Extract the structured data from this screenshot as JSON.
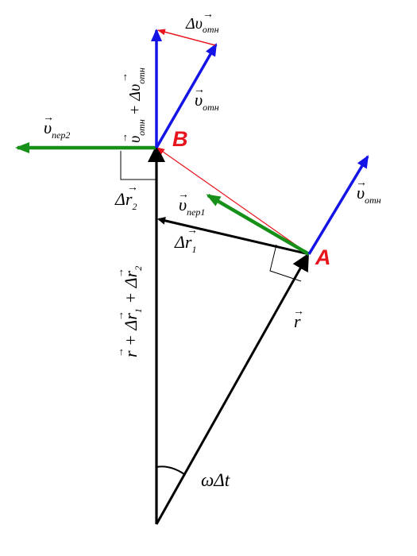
{
  "points": {
    "A": {
      "label": "A"
    },
    "B": {
      "label": "B"
    }
  },
  "labels": {
    "v_rel_B": "υ",
    "v_rel_B_sub": "отн",
    "v_rel_A": "υ",
    "v_rel_A_sub": "отн",
    "delta_v_rel": "Δυ",
    "delta_v_rel_sub": "отн",
    "v_rel_sum_1": "υ",
    "v_rel_sum_1_sub": "отн",
    "v_rel_sum_plus": " + Δυ",
    "v_rel_sum_2_sub": "отн",
    "v_tr2": "υ",
    "v_tr2_sub": "пер2",
    "v_tr1": "υ",
    "v_tr1_sub": "пер1",
    "dr1": "Δr",
    "dr1_sub": "1",
    "dr2": "Δr",
    "dr2_sub": "2",
    "r": "r",
    "r_sum": "r + Δr",
    "r_sum_sub1": "1",
    "r_sum_plus": " + Δr",
    "r_sum_sub2": "2",
    "omega_dt": "ωΔt"
  },
  "colors": {
    "black": "#000000",
    "red": "#e8141e",
    "blue": "#1414e6",
    "green": "#17901a",
    "point_label": "#e8141e"
  }
}
